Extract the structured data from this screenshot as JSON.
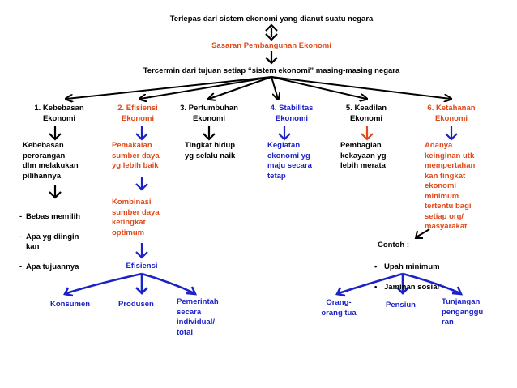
{
  "colors": {
    "black": "#000000",
    "red": "#e04a1a",
    "blue": "#1a22c8"
  },
  "top": {
    "line1": "Terlepas dari sistem ekonomi yang dianut suatu negara",
    "line2": "Sasaran Pembangunan Ekonomi",
    "line3": "Tercermin dari tujuan setiap “sistem ekonomi” masing-masing negara"
  },
  "columns": [
    {
      "title": "1. Kebebasan\nEkonomi",
      "color": "black",
      "desc": "Kebebasan\nperorangan\ndlm melakukan\npilihannya",
      "list": [
        "Bebas memilih",
        "Apa yg diingin\nkan",
        "Apa tujuannya"
      ]
    },
    {
      "title": "2. Efisiensi\nEkonomi",
      "color": "red",
      "desc": "Pemakaian\nsumber daya\nyg lebih baik",
      "sub": "Kombinasi\nsumber daya\nketingkat\noptimum",
      "result": "Efisiensi",
      "branches": [
        "Konsumen",
        "Produsen",
        "Pemerintah\nsecara\nindividual/\ntotal"
      ]
    },
    {
      "title": "3. Pertumbuhan\nEkonomi",
      "color": "black",
      "desc": "Tingkat hidup\nyg selalu naik"
    },
    {
      "title": "4. Stabilitas\nEkonomi",
      "color": "blue",
      "desc": "Kegiatan\nekonomi yg\nmaju secara\ntetap"
    },
    {
      "title": "5. Keadilan\nEkonomi",
      "color": "black",
      "desc": "Pembagian\nkekayaan yg\nlebih merata"
    },
    {
      "title": "6. Ketahanan\nEkonomi",
      "color": "red",
      "desc": "Adanya\nkeinginan utk\nmempertahan\nkan tingkat\nekonomi\nminimum\ntertentu bagi\nsetiap org/\nmasyarakat",
      "example_title": "Contoh :",
      "examples": [
        "Upah minimum",
        "Jaminan sosial"
      ],
      "branches": [
        "Orang-\norang tua",
        "Pensiun",
        "Tunjangan\npenganggu\nran"
      ]
    }
  ]
}
